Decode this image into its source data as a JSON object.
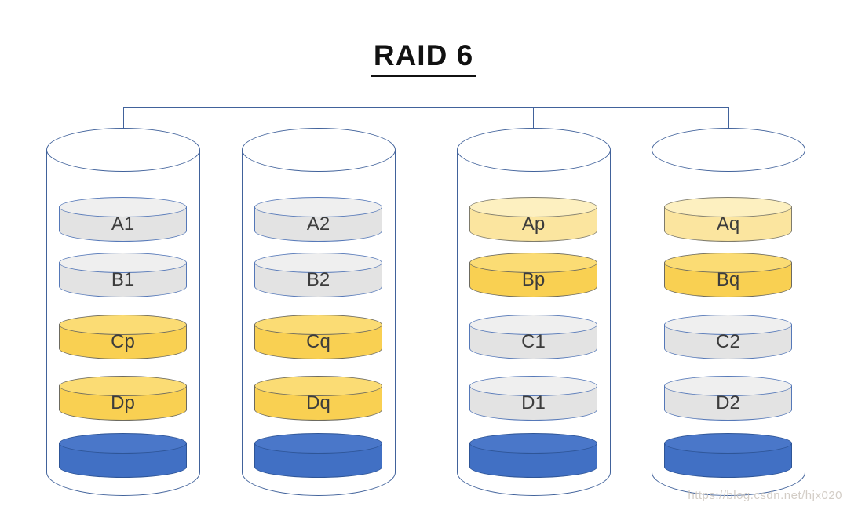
{
  "title": "RAID 6",
  "watermark": "https://blog.csdn.net/hjx020",
  "colors": {
    "outline": "#41629b",
    "gray_platter": "#E3E3E3",
    "gold_platter": "#F9D052",
    "pale_gold_platter": "#FBE59F",
    "blue_platter": "#4170C4",
    "label_text": "#3C3C3C",
    "title_text": "#111111"
  },
  "disks": [
    {
      "platters": [
        {
          "label": "A1",
          "color": "gray"
        },
        {
          "label": "B1",
          "color": "gray"
        },
        {
          "label": "Cp",
          "color": "gold"
        },
        {
          "label": "Dp",
          "color": "gold"
        },
        {
          "label": "",
          "color": "blue"
        }
      ]
    },
    {
      "platters": [
        {
          "label": "A2",
          "color": "gray"
        },
        {
          "label": "B2",
          "color": "gray"
        },
        {
          "label": "Cq",
          "color": "gold"
        },
        {
          "label": "Dq",
          "color": "gold"
        },
        {
          "label": "",
          "color": "blue"
        }
      ]
    },
    {
      "platters": [
        {
          "label": "Ap",
          "color": "pale"
        },
        {
          "label": "Bp",
          "color": "gold"
        },
        {
          "label": "C1",
          "color": "gray"
        },
        {
          "label": "D1",
          "color": "gray"
        },
        {
          "label": "",
          "color": "blue"
        }
      ]
    },
    {
      "platters": [
        {
          "label": "Aq",
          "color": "pale"
        },
        {
          "label": "Bq",
          "color": "gold"
        },
        {
          "label": "C2",
          "color": "gray"
        },
        {
          "label": "D2",
          "color": "gray"
        },
        {
          "label": "",
          "color": "blue"
        }
      ]
    }
  ]
}
